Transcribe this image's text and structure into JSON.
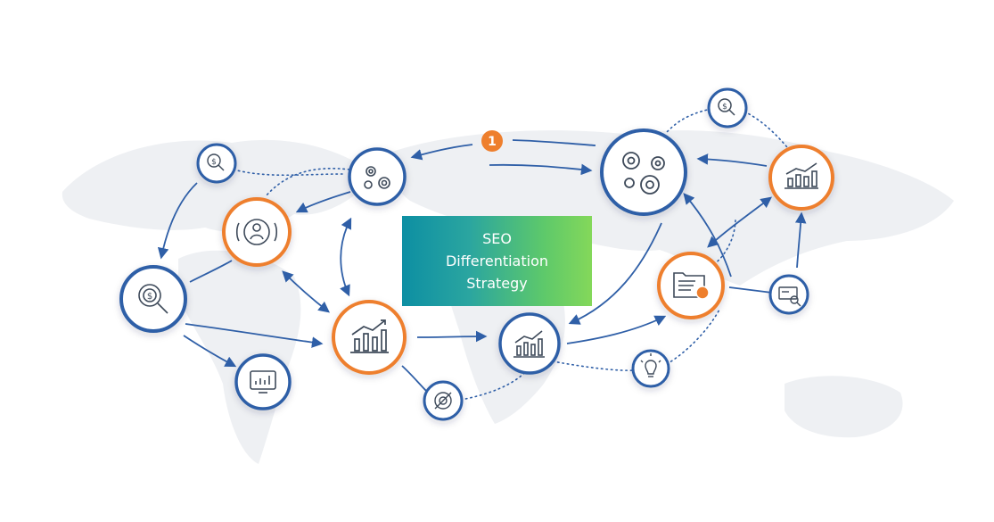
{
  "center_box": {
    "line1": "SEO",
    "line2": "Differentiation",
    "line3": "Strategy"
  },
  "step_badge": "1",
  "colors": {
    "blue": "#2f5fa7",
    "orange": "#ee7f2d",
    "icon": "#3e4a5a",
    "map": "#eef0f3",
    "gradient_start": "#0d8fa3",
    "gradient_end": "#84d85a"
  },
  "nodes": [
    {
      "name": "money-search-icon",
      "ring": "blue"
    },
    {
      "name": "audience-target-icon",
      "ring": "orange"
    },
    {
      "name": "gears-small-icon",
      "ring": "blue"
    },
    {
      "name": "gears-large-icon",
      "ring": "blue"
    },
    {
      "name": "dollar-search-icon",
      "ring": "blue"
    },
    {
      "name": "bar-chart-growth-icon",
      "ring": "orange"
    },
    {
      "name": "dollar-gear-search-icon",
      "ring": "blue"
    },
    {
      "name": "chart-rising-orange-icon",
      "ring": "orange"
    },
    {
      "name": "chart-rising-blue-icon",
      "ring": "blue"
    },
    {
      "name": "document-folder-icon",
      "ring": "orange"
    },
    {
      "name": "monitor-chart-icon",
      "ring": "blue"
    },
    {
      "name": "target-search-icon",
      "ring": "blue"
    },
    {
      "name": "lightbulb-icon",
      "ring": "blue"
    },
    {
      "name": "laptop-search-icon",
      "ring": "blue"
    }
  ]
}
